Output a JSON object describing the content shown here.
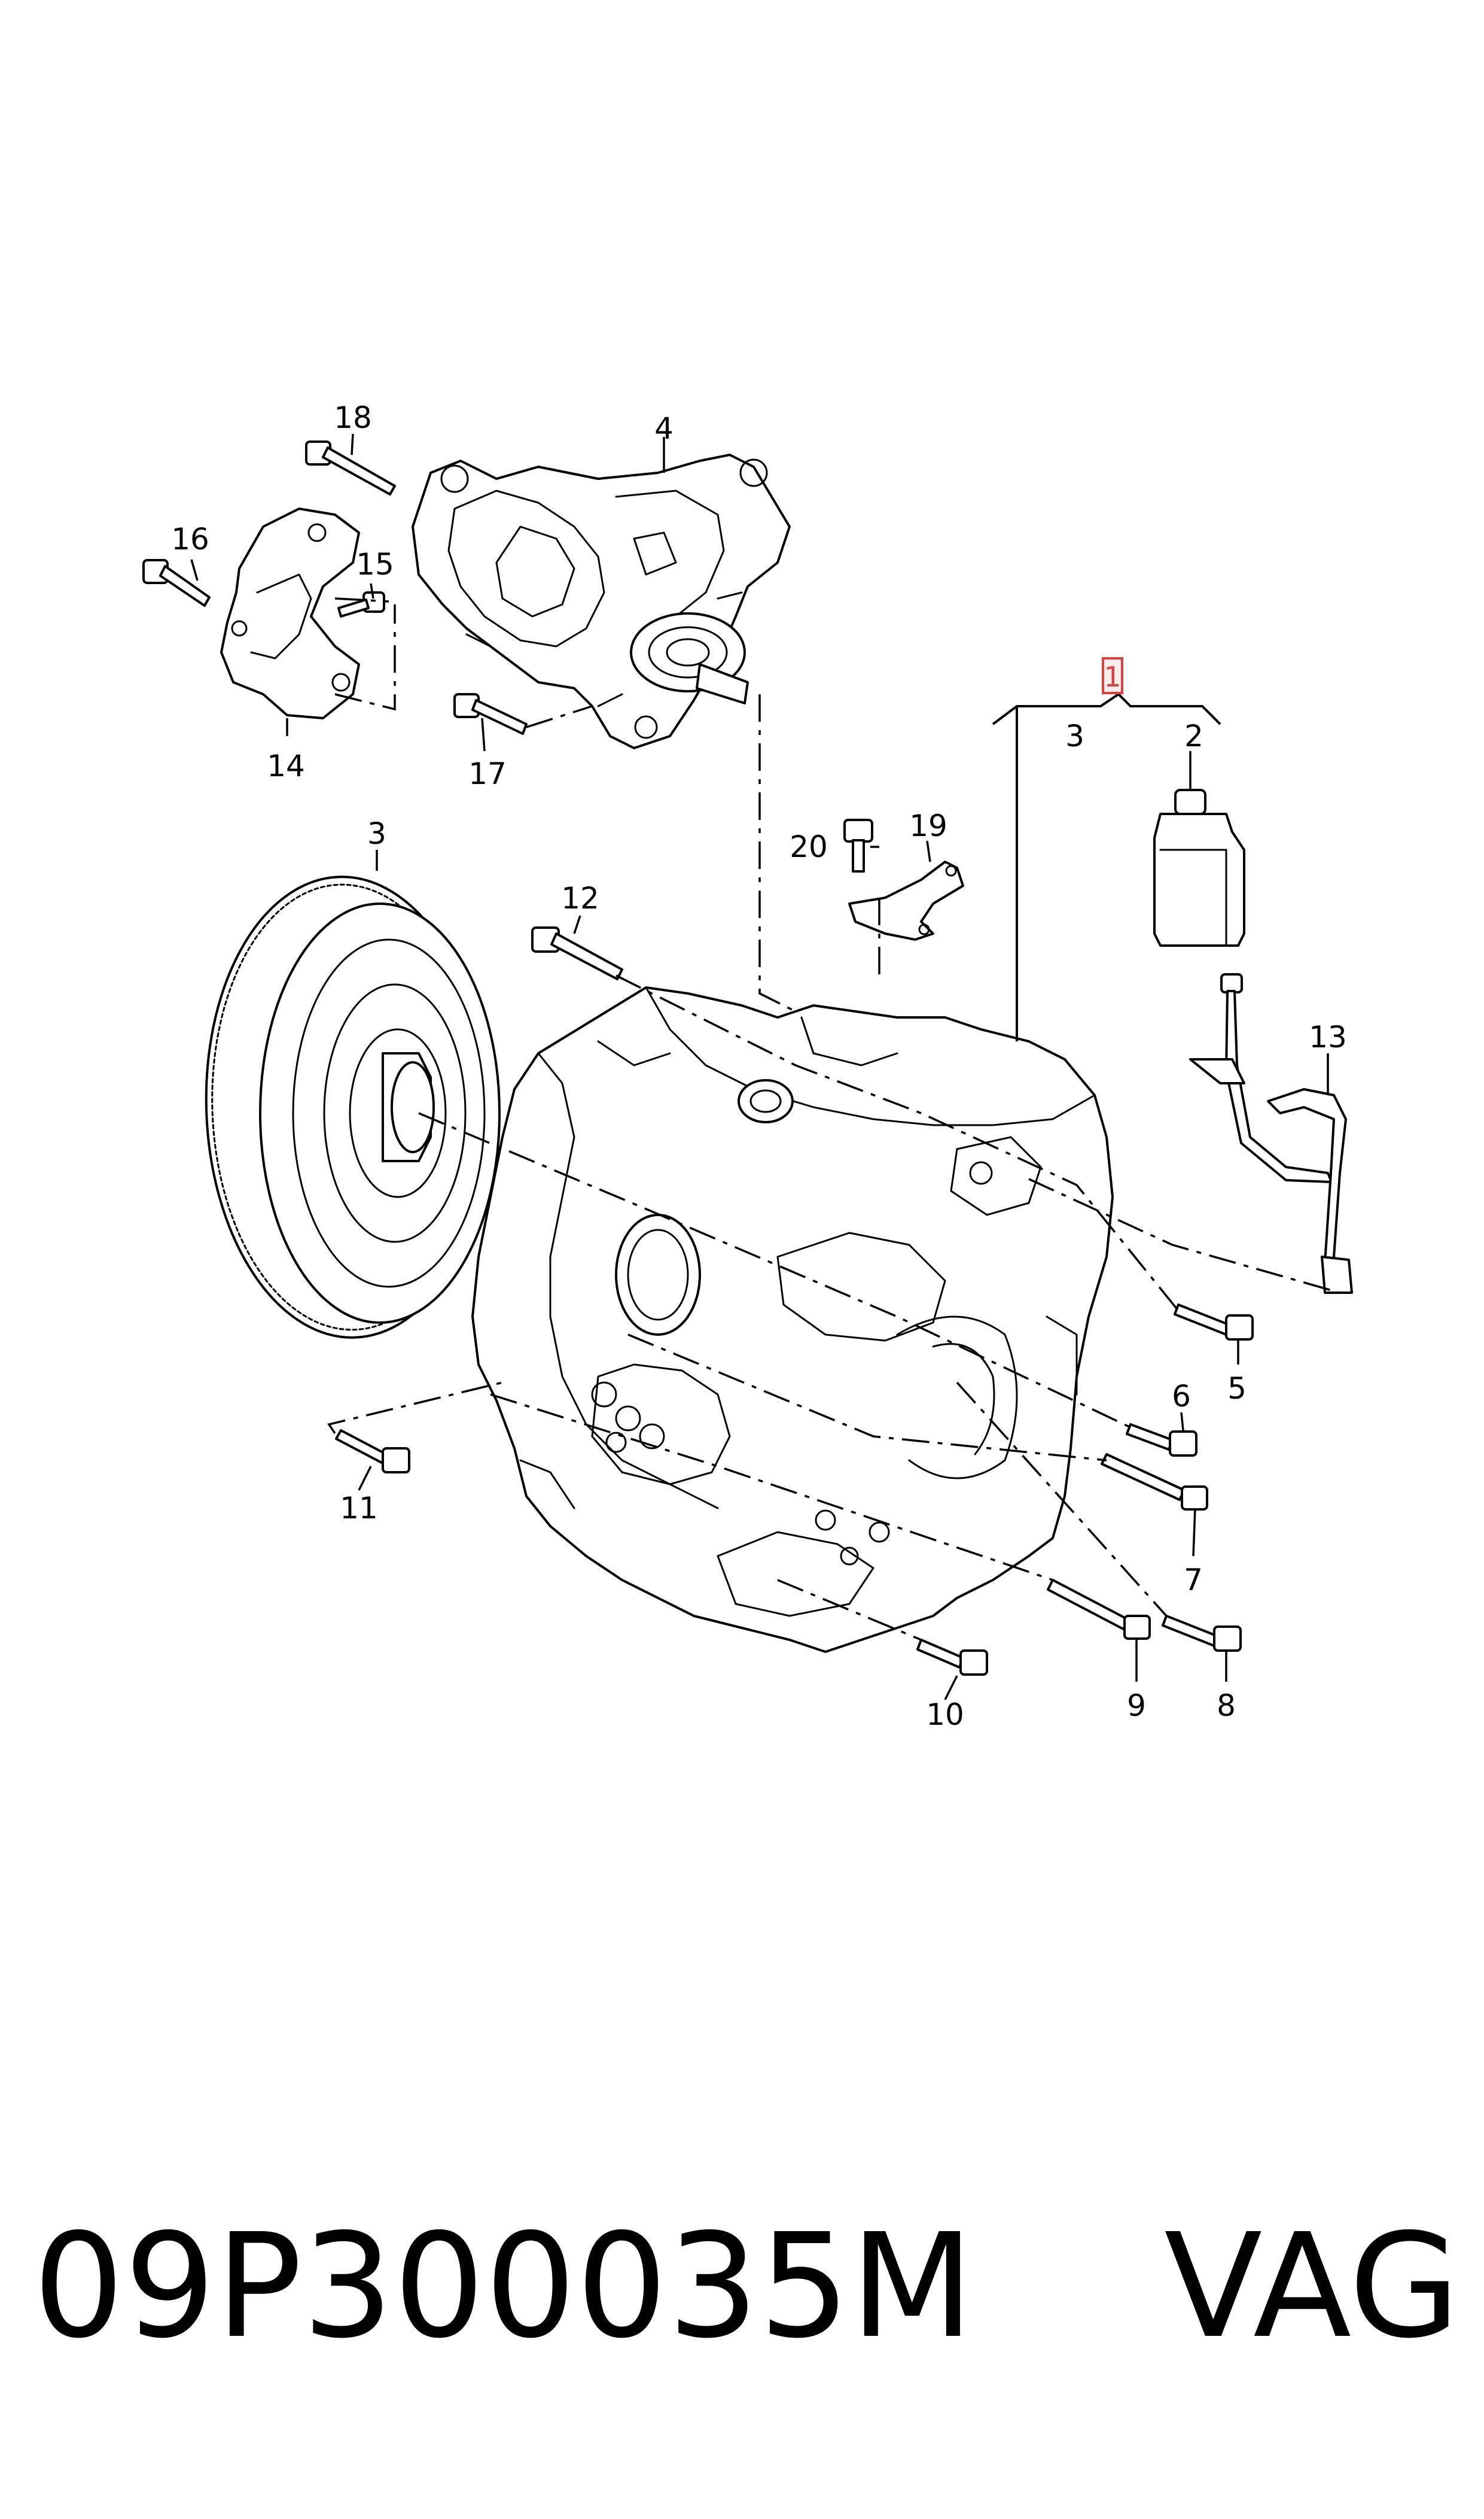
{
  "callouts": {
    "c1": "1",
    "c2": "2",
    "c3a": "3",
    "c3b": "3",
    "c4": "4",
    "c5": "5",
    "c6": "6",
    "c7": "7",
    "c8": "8",
    "c9": "9",
    "c10": "10",
    "c11": "11",
    "c12": "12",
    "c13": "13",
    "c14": "14",
    "c15": "15",
    "c16": "16",
    "c17": "17",
    "c18": "18",
    "c19": "19",
    "c20": "20"
  },
  "footer": {
    "part_number": "09P300035M",
    "brand": "VAG"
  },
  "colors": {
    "highlight": "#d8413f",
    "ink": "#000000",
    "background": "#ffffff"
  }
}
